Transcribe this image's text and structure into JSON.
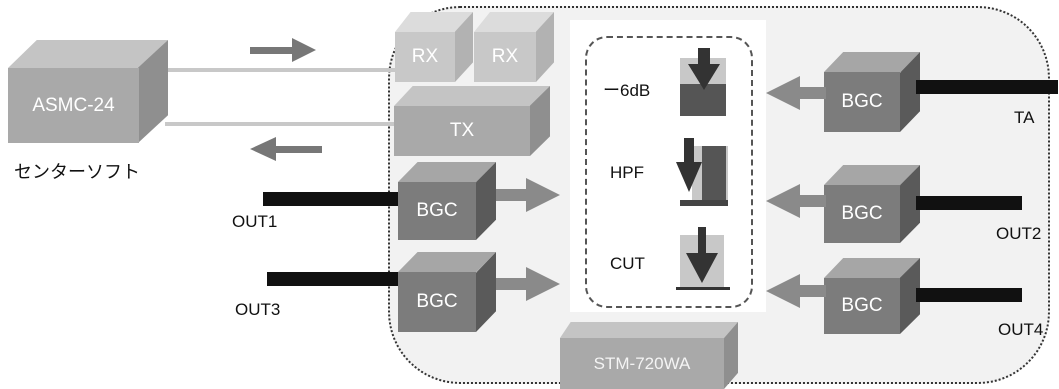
{
  "software": {
    "box_label": "ASMC-24",
    "caption": "センターソフト"
  },
  "rx_boxes": [
    {
      "label": "RX"
    },
    {
      "label": "RX"
    }
  ],
  "tx_box": {
    "label": "TX"
  },
  "bgc_left": [
    {
      "label": "BGC",
      "port": "OUT1"
    },
    {
      "label": "BGC",
      "port": "OUT3"
    }
  ],
  "bgc_right": [
    {
      "label": "BGC",
      "port": "TA"
    },
    {
      "label": "BGC",
      "port": "OUT2"
    },
    {
      "label": "BGC",
      "port": "OUT4"
    }
  ],
  "filters": [
    {
      "label": "ー6dB",
      "icon": "attenuate-6db-icon"
    },
    {
      "label": "HPF",
      "icon": "high-pass-filter-icon"
    },
    {
      "label": "CUT",
      "icon": "cut-icon"
    }
  ],
  "device": {
    "label": "STM-720WA"
  },
  "colors": {
    "cable": "#111111",
    "arrow": "#777777",
    "panel": "#f2f2f2"
  }
}
